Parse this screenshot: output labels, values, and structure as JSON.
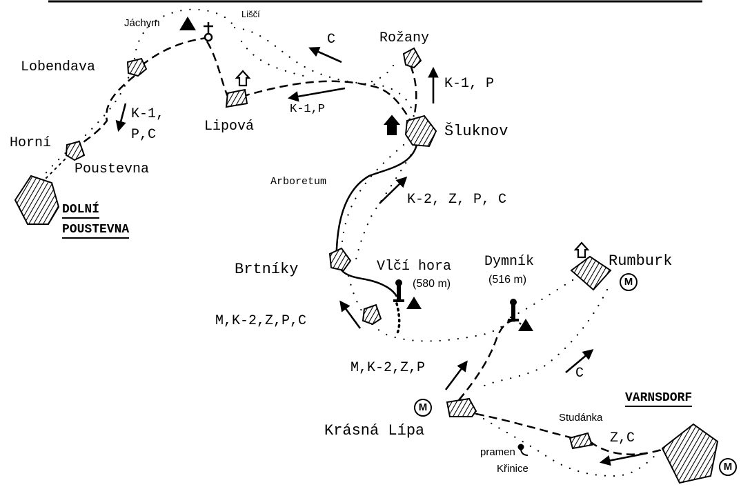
{
  "places": {
    "jachym": "Jáchym",
    "lisci": "Liščí",
    "lobendava": "Lobendava",
    "rozany": "Rožany",
    "lipova": "Lipová",
    "sluknov": "Šluknov",
    "horni": "Horní",
    "poustevna": "Poustevna",
    "dolni": "DOLNÍ",
    "poustevna_town": "POUSTEVNA",
    "arboretum": "Arboretum",
    "brtniky": "Brtníky",
    "vlci_hora": "Vlčí hora",
    "vlci_hora_alt": "(580 m)",
    "dymnik": "Dymník",
    "dymnik_alt": "(516 m)",
    "rumburk": "Rumburk",
    "varnsdorf": "VARNSDORF",
    "krasna_lipa": "Krásná Lípa",
    "studanka": "Studánka",
    "pramen": "pramen",
    "krinice": "Křinice"
  },
  "routes": {
    "r_c_top": "C",
    "r_k1p_right": "K-1, P",
    "r_k1p_mid": "K-1,P",
    "r_k1_left_line1": "K-1,",
    "r_k1_left_line2": "P,C",
    "r_k2zpc": "K-2, Z, P, C",
    "r_mk2zpc": "M,K-2,Z,P,C",
    "r_mk2zp": "M,K-2,Z,P",
    "r_c_bottom": "C",
    "r_zc": "Z,C"
  },
  "metro_symbol": "M",
  "icons": [
    "peak-triangle-icon",
    "cross-chapel-icon",
    "lookout-tower-icon",
    "house-icon",
    "spring-icon",
    "metro-station-icon"
  ]
}
